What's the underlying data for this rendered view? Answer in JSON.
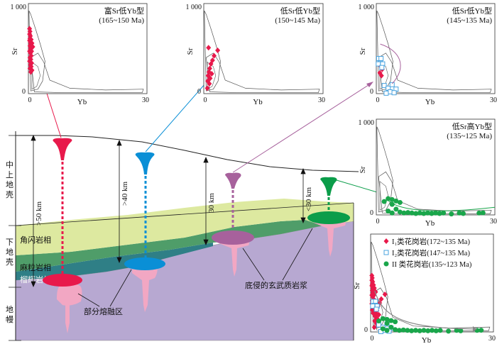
{
  "crust_labels": {
    "upper_middle": [
      "中",
      "上",
      "地",
      "壳"
    ],
    "lower": [
      "下",
      "地",
      "壳"
    ],
    "mantle": [
      "地",
      "幔"
    ]
  },
  "thickness_labels": [
    ">50 km",
    ">40 km",
    "30 km",
    "<30 km"
  ],
  "facies_labels": [
    "角闪岩相",
    "麻粒岩相",
    "榴辉岩相"
  ],
  "annotations": {
    "partial_melting": "部分熔融区",
    "underplating": "底侵的玄武质岩浆"
  },
  "plots": [
    {
      "title_lines": [
        "富Sr低Yb型",
        "(165~150 Ma)"
      ],
      "y_label": "Sr",
      "x_label": "Yb",
      "y_ticks": [
        "1 000",
        "0"
      ],
      "x_ticks": [
        "0",
        "30"
      ],
      "series": [
        {
          "marker": "diamond",
          "color": "#e8194b",
          "points": [
            [
              0.3,
              720
            ],
            [
              0.4,
              690
            ],
            [
              0.3,
              660
            ],
            [
              0.5,
              640
            ],
            [
              0.4,
              610
            ],
            [
              0.3,
              590
            ],
            [
              0.5,
              570
            ],
            [
              0.6,
              550
            ],
            [
              0.4,
              530
            ],
            [
              0.6,
              510
            ],
            [
              0.5,
              490
            ],
            [
              0.3,
              470
            ],
            [
              0.5,
              450
            ],
            [
              0.7,
              420
            ],
            [
              0.4,
              400
            ],
            [
              0.6,
              380
            ],
            [
              0.3,
              360
            ],
            [
              0.8,
              340
            ],
            [
              0.5,
              320
            ],
            [
              0.7,
              300
            ],
            [
              0.4,
              280
            ],
            [
              0.9,
              260
            ],
            [
              0.6,
              240
            ],
            [
              0.7,
              600
            ],
            [
              0.9,
              560
            ],
            [
              1.1,
              520
            ],
            [
              0.8,
              470
            ]
          ]
        }
      ]
    },
    {
      "title_lines": [
        "低Sr低Yb型",
        "(150~145 Ma)"
      ],
      "y_label": "Sr",
      "x_label": "Yb",
      "y_ticks": [
        "1 000",
        "0"
      ],
      "x_ticks": [
        "0",
        "30"
      ],
      "series": [
        {
          "marker": "diamond",
          "color": "#e8194b",
          "points": [
            [
              1.2,
              510
            ],
            [
              3.5,
              480
            ],
            [
              2.6,
              420
            ],
            [
              2.2,
              370
            ],
            [
              1.8,
              330
            ],
            [
              1.5,
              280
            ],
            [
              1.3,
              240
            ],
            [
              2.0,
              220
            ],
            [
              1.1,
              200
            ],
            [
              1.6,
              170
            ],
            [
              1.0,
              140
            ],
            [
              1.4,
              110
            ],
            [
              0.9,
              60
            ]
          ]
        }
      ]
    },
    {
      "title_lines": [
        "低Sr低Yb型",
        "(145~135 Ma)"
      ],
      "y_label": "Sr",
      "x_label": "Yb",
      "y_ticks": [
        "1 000",
        "0"
      ],
      "x_ticks": [
        "0",
        "30"
      ],
      "series": [
        {
          "marker": "diamond",
          "color": "#e8194b",
          "points": [
            [
              0.8,
              340
            ],
            [
              1.2,
              300
            ],
            [
              1.5,
              270
            ],
            [
              0.9,
              230
            ],
            [
              1.3,
              200
            ]
          ]
        },
        {
          "marker": "open-square",
          "color": "#4aa3df",
          "points": [
            [
              0.6,
              390
            ],
            [
              1.2,
              390
            ],
            [
              1.0,
              340
            ],
            [
              0.5,
              330
            ],
            [
              1.6,
              330
            ],
            [
              1.4,
              290
            ],
            [
              2.0,
              90
            ],
            [
              3.0,
              60
            ],
            [
              4.0,
              100
            ],
            [
              5.0,
              50
            ],
            [
              3.5,
              20
            ],
            [
              4.5,
              10
            ],
            [
              2.5,
              5
            ]
          ]
        }
      ]
    },
    {
      "title_lines": [
        "低Sr高Yb型",
        "(135~125 Ma)"
      ],
      "y_label": "Sr",
      "x_label": "Yb",
      "y_ticks": [
        "1 000",
        "0"
      ],
      "x_ticks": [
        "0",
        "30"
      ],
      "series": [
        {
          "marker": "filled-circle",
          "color": "#1aa64b",
          "points": [
            [
              2,
              140
            ],
            [
              3,
              170
            ],
            [
              4,
              160
            ],
            [
              5,
              145
            ],
            [
              6,
              130
            ],
            [
              4,
              110
            ],
            [
              5,
              60
            ],
            [
              6,
              30
            ],
            [
              7,
              20
            ],
            [
              8,
              25
            ],
            [
              9,
              20
            ],
            [
              10,
              15
            ],
            [
              11,
              20
            ],
            [
              12,
              15
            ],
            [
              13,
              20
            ],
            [
              14,
              15
            ],
            [
              15,
              20
            ],
            [
              16,
              15
            ],
            [
              17,
              20
            ],
            [
              19,
              10
            ],
            [
              21,
              20
            ],
            [
              22,
              15
            ],
            [
              26,
              20
            ],
            [
              27,
              22
            ],
            [
              3,
              40
            ],
            [
              4,
              20
            ]
          ]
        }
      ]
    },
    {
      "y_label": "Sr",
      "x_label": "Yb",
      "y_ticks": [
        "0"
      ],
      "x_ticks": [
        "0",
        "30"
      ],
      "legend": [
        {
          "marker": "diamond",
          "color": "#e8194b",
          "label": "I₁类花岗岩(172~135 Ma)"
        },
        {
          "marker": "open-square",
          "color": "#4aa3df",
          "label": "I₂类花岗岩(147~135 Ma)"
        },
        {
          "marker": "filled-circle",
          "color": "#1aa64b",
          "label": "II 类花岗岩(135~123 Ma)"
        }
      ]
    }
  ],
  "colors": {
    "red": "#e8194b",
    "blue": "#0a8fd6",
    "purple": "#a7619c",
    "green": "#0b9d4a",
    "amphibolite": "#dde9a0",
    "granulite": "#4f9d69",
    "eclogite": "#2f7f86",
    "mantle": "#b7a8d1",
    "pink": "#f2a7c3"
  }
}
